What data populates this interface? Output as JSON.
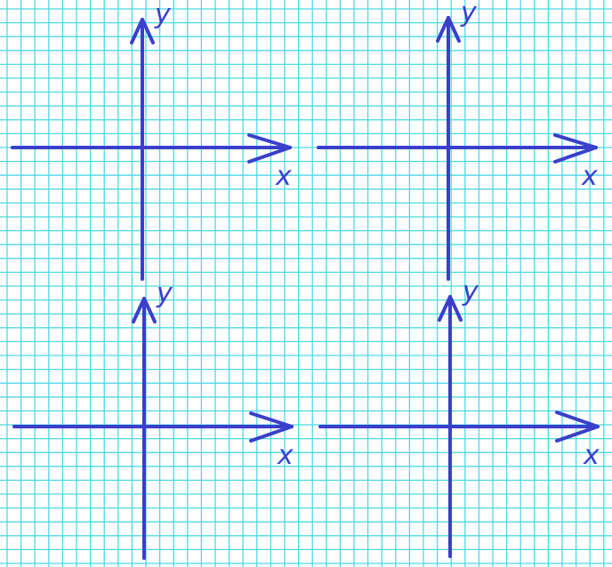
{
  "colors": {
    "grid": "#4fd8e4",
    "background": "#ffffff",
    "ink": "#3a3fcc"
  },
  "panels": [
    {
      "x_label": "x",
      "y_label": "y"
    },
    {
      "x_label": "x",
      "y_label": "y"
    },
    {
      "x_label": "x",
      "y_label": "y"
    },
    {
      "x_label": "x",
      "y_label": "y"
    }
  ]
}
